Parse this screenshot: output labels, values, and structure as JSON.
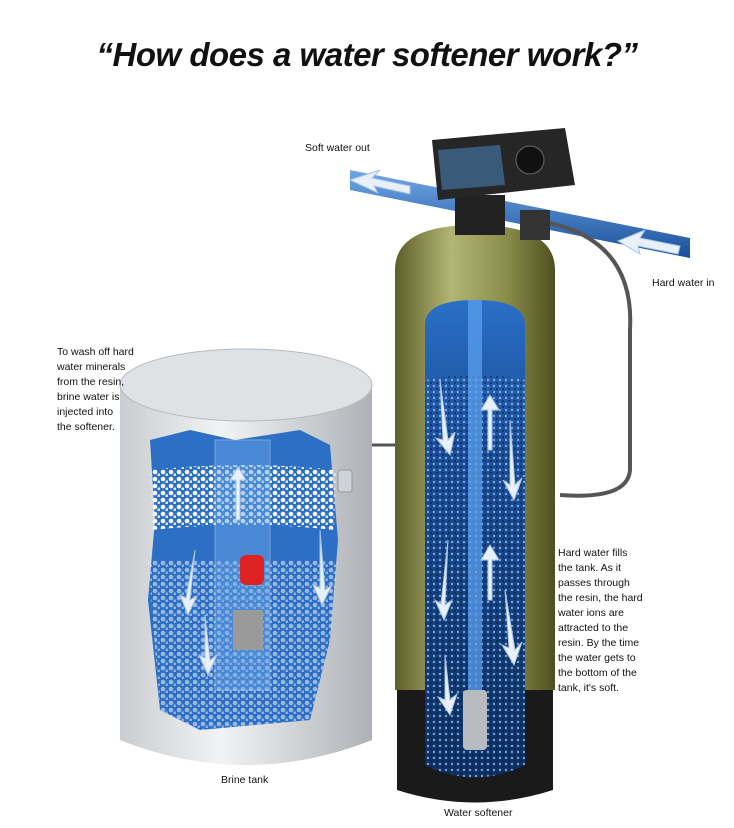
{
  "title": "“How does a water softener work?”",
  "labels": {
    "soft_water_out": "Soft water out",
    "hard_water_in": "Hard water in",
    "brine_note": [
      "To wash off hard",
      "water minerals",
      "from the resin,",
      "brine water is",
      "injected into",
      "the softener."
    ],
    "softener_note": [
      "Hard water fills",
      "the tank. As it",
      "passes through",
      "the resin, the hard",
      "water ions are",
      "attracted to the",
      "resin. By the time",
      "the water gets to",
      "the bottom of the",
      "tank, it's soft."
    ],
    "brine_tank": "Brine tank",
    "water_softener": "Water softener"
  },
  "colors": {
    "tank_green": "#8a8c4a",
    "water_blue": "#1f5fb0",
    "base_black": "#1a1a1a",
    "brine_white": "#e6e8ea"
  }
}
